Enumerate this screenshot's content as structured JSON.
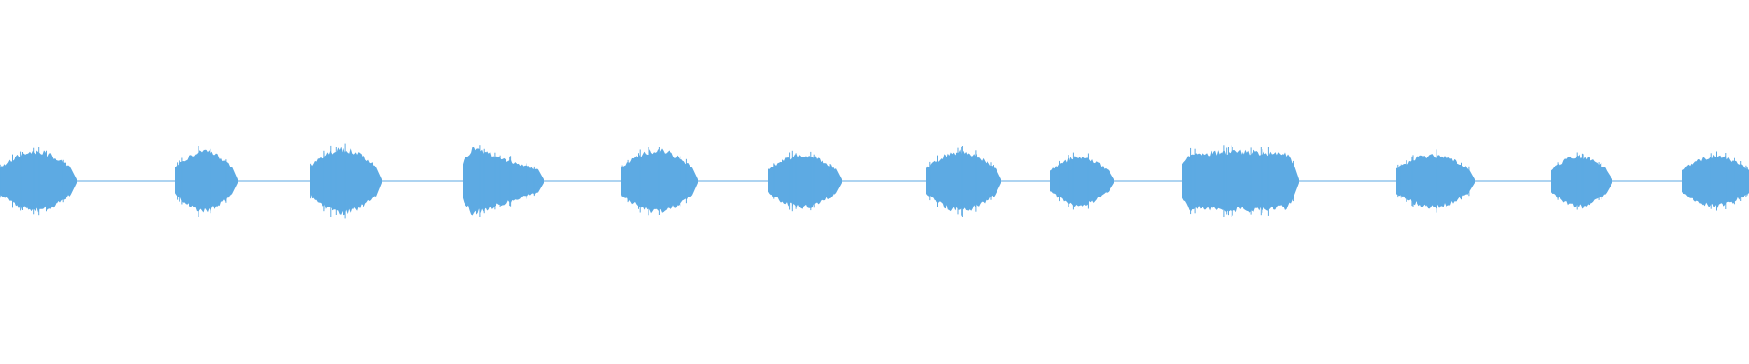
{
  "waveform": {
    "color": "#5DAAE3",
    "background": "#FFFFFF",
    "baseline_visible": true,
    "segment_count": 12,
    "silence_relative_amplitude": 0.003,
    "segments": [
      {
        "shape": "dome",
        "peak_relative_amplitude": 0.27
      },
      {
        "shape": "dome",
        "peak_relative_amplitude": 0.27
      },
      {
        "shape": "dome",
        "peak_relative_amplitude": 0.29
      },
      {
        "shape": "decay",
        "peak_relative_amplitude": 0.3
      },
      {
        "shape": "dome",
        "peak_relative_amplitude": 0.28
      },
      {
        "shape": "dome",
        "peak_relative_amplitude": 0.24
      },
      {
        "shape": "dome",
        "peak_relative_amplitude": 0.27
      },
      {
        "shape": "dome",
        "peak_relative_amplitude": 0.22
      },
      {
        "shape": "flat",
        "peak_relative_amplitude": 0.27
      },
      {
        "shape": "dome",
        "peak_relative_amplitude": 0.24
      },
      {
        "shape": "dome",
        "peak_relative_amplitude": 0.23
      },
      {
        "shape": "dome",
        "peak_relative_amplitude": 0.23
      }
    ]
  }
}
